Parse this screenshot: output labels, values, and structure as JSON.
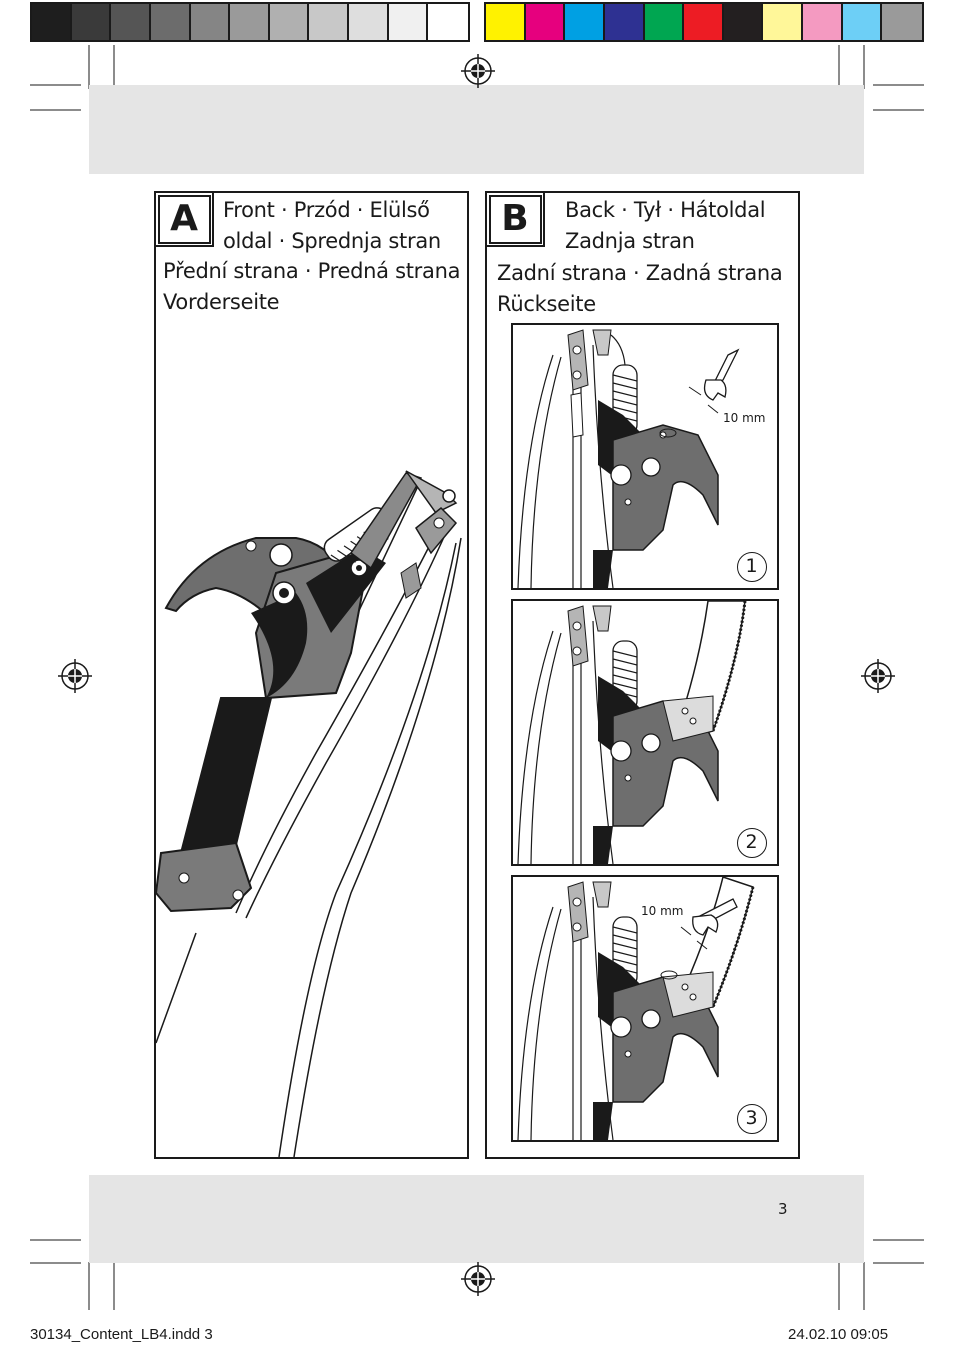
{
  "color_bars": {
    "gray": [
      "#1e1e1e",
      "#3a3a3a",
      "#555555",
      "#6c6c6c",
      "#858585",
      "#9a9a9a",
      "#b0b0b0",
      "#c8c8c8",
      "#dedede",
      "#f0f0f0",
      "#ffffff"
    ],
    "process": [
      "#fff200",
      "#e6007e",
      "#00a0e3",
      "#2e3192",
      "#00a651",
      "#ed1c24",
      "#231f20",
      "#fff799",
      "#f49ac1",
      "#6dcff6",
      "#9a9a9a"
    ]
  },
  "panel_a": {
    "letter": "A",
    "caption_lines": [
      "Front · Przód · Elülső",
      "oldal · Sprednja stran",
      "Přední strana · Predná strana",
      "Vorderseite"
    ]
  },
  "panel_b": {
    "letter": "B",
    "caption_lines": [
      "Back · Tył · Hátoldal",
      "Zadnja stran",
      "Zadní strana · Zadná strana",
      "Rückseite"
    ],
    "steps": [
      {
        "number": "1",
        "measure": "10 mm"
      },
      {
        "number": "2"
      },
      {
        "number": "3",
        "measure": "10 mm"
      }
    ]
  },
  "page_number": "3",
  "slug": {
    "file": "30134_Content_LB4.indd   3",
    "datetime": "24.02.10   09:05"
  }
}
